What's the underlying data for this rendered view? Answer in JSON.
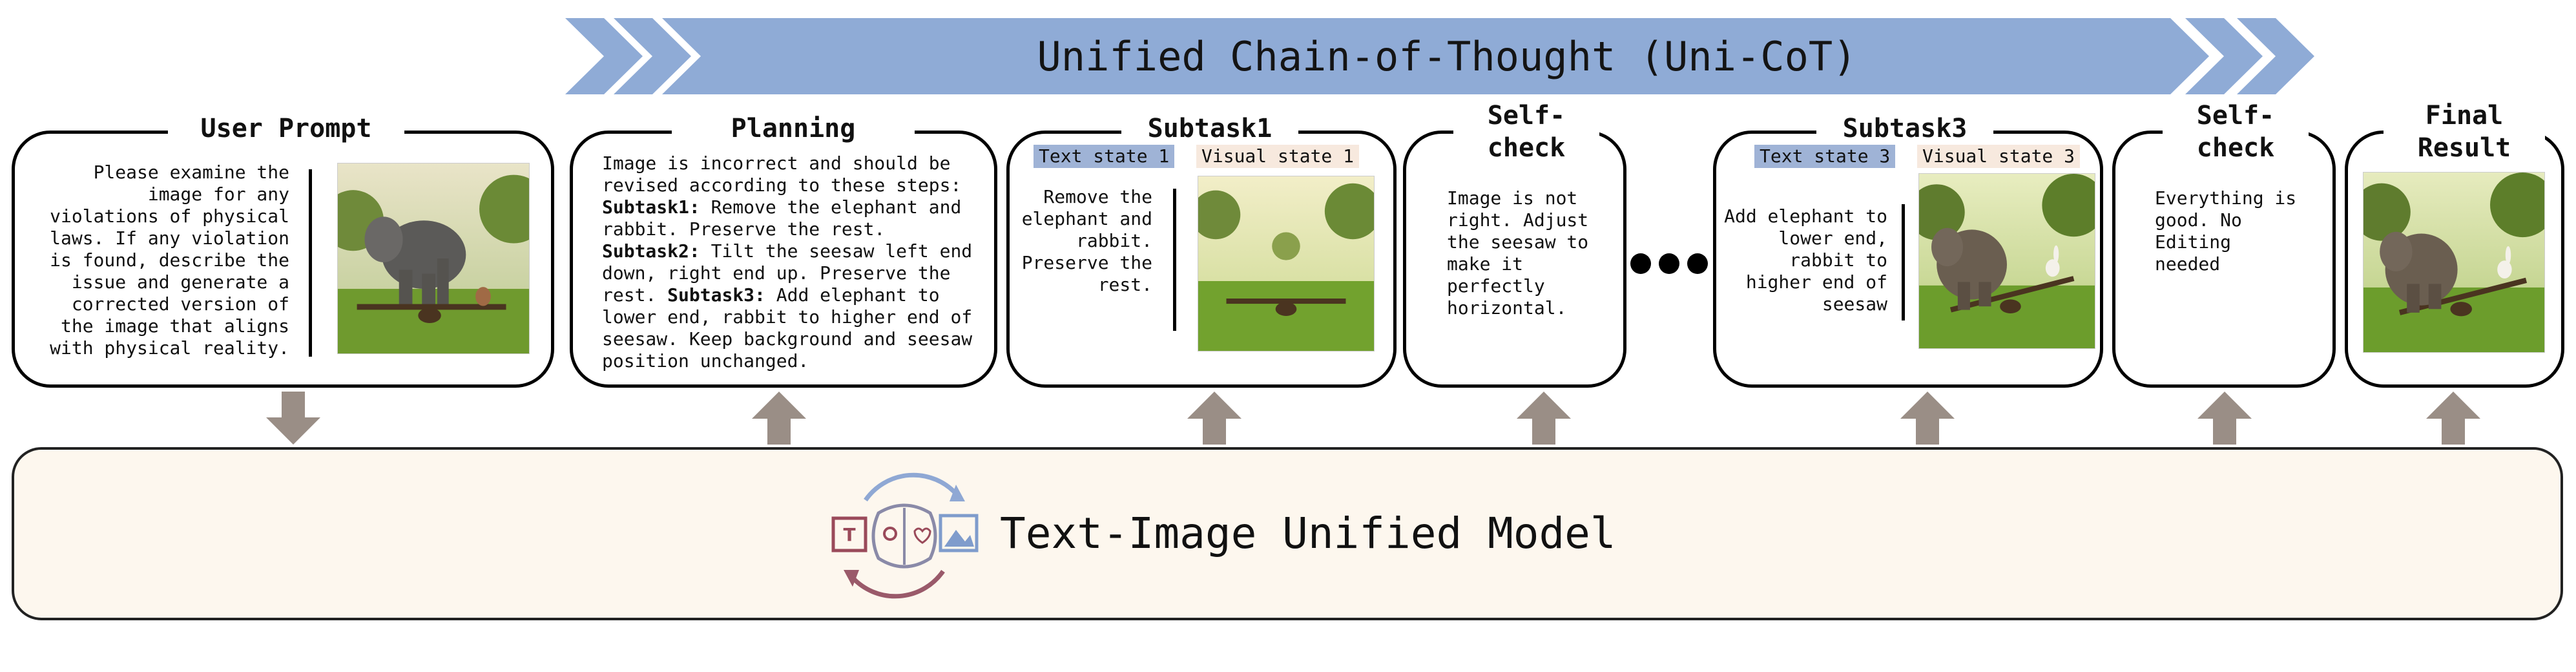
{
  "banner": {
    "title": "Unified Chain-of-Thought (Uni-CoT)",
    "color": "#8fabd6"
  },
  "user_prompt": {
    "title": "User Prompt",
    "text": "Please examine the\nimage for any\nviolations of physical\nlaws. If any violation\nis found, describe the\nissue and generate a\ncorrected version of\nthe image that aligns\nwith physical reality."
  },
  "planning": {
    "title": "Planning",
    "intro": "Image is incorrect and should be revised according to these steps:",
    "steps": [
      {
        "label": "Subtask1:",
        "text": " Remove the elephant and rabbit. Preserve the rest."
      },
      {
        "label": "Subtask2:",
        "text": " Tilt the seesaw left end down, right end up. Preserve the rest."
      },
      {
        "label": "Subtask3:",
        "text": " Add elephant to lower end, rabbit to higher end of seesaw. Keep background and seesaw position unchanged."
      }
    ]
  },
  "subtask1": {
    "title": "Subtask1",
    "text_tag": "Text state 1",
    "visual_tag": "Visual state 1",
    "text": "Remove the\nelephant and\nrabbit.\nPreserve the\nrest."
  },
  "selfcheck1": {
    "title": "Self-\ncheck",
    "text": "Image is not\nright. Adjust\nthe seesaw to\nmake it\nperfectly\nhorizontal."
  },
  "subtask3": {
    "title": "Subtask3",
    "text_tag": "Text state 3",
    "visual_tag": "Visual state 3",
    "text": "Add elephant to\nlower end,\nrabbit to\nhigher end of\nseesaw"
  },
  "selfcheck2": {
    "title": "Self-\ncheck",
    "text": "Everything is\ngood. No\nEditing\nneeded"
  },
  "final": {
    "title": "Final\nResult"
  },
  "model": {
    "label": "Text-Image Unified Model"
  },
  "colors": {
    "arrow": "#9a8e86",
    "model_bg": "#fdf7ee",
    "text_tag": "#9fb3d6",
    "visual_tag": "#f7e9de"
  }
}
